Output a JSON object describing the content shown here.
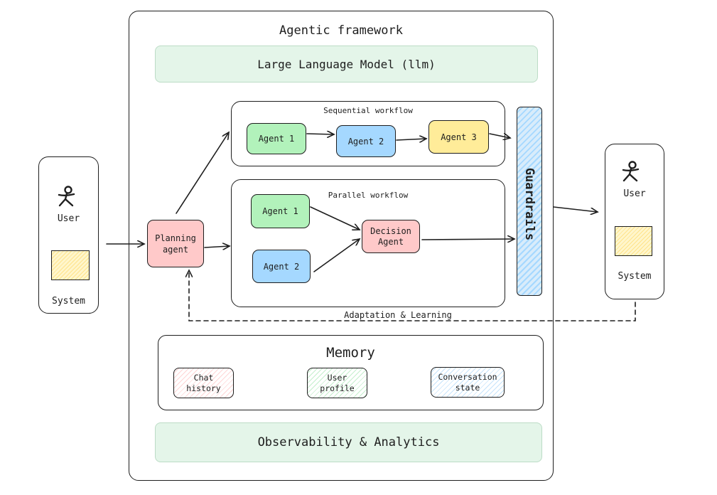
{
  "framework": {
    "title": "Agentic framework"
  },
  "llm": {
    "label": "Large Language Model (llm)"
  },
  "sequential": {
    "title": "Sequential workflow",
    "agents": [
      "Agent 1",
      "Agent 2",
      "Agent 3"
    ]
  },
  "parallel": {
    "title": "Parallel workflow",
    "agents": [
      "Agent 1",
      "Agent 2"
    ],
    "decision": [
      "Decision",
      "Agent"
    ]
  },
  "planning": {
    "lines": [
      "Planning",
      "agent"
    ]
  },
  "guardrails": {
    "label": "Guardrails"
  },
  "left_panel": {
    "user": "User",
    "system": "System"
  },
  "right_panel": {
    "user": "User",
    "system": "System"
  },
  "feedback": {
    "label": "Adaptation & Learning"
  },
  "memory": {
    "title": "Memory",
    "chat": [
      "Chat",
      "history"
    ],
    "user_profile": [
      "User",
      "profile"
    ],
    "conversation": [
      "Conversation",
      "state"
    ]
  },
  "observability": {
    "label": "Observability & Analytics"
  },
  "colors": {
    "agent_green": "#b2f2bb",
    "agent_blue": "#a5d8ff",
    "agent_yellow": "#ffec99",
    "agent_pink": "#ffc9c9",
    "band_green": "#e4f5e9"
  },
  "icons": {
    "user": "stick-figure-icon",
    "system": "hatched-square-icon"
  }
}
